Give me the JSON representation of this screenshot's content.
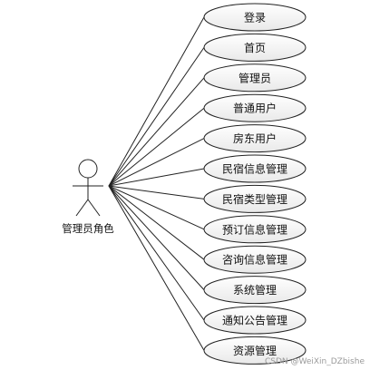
{
  "actor": {
    "label": "管理员角色"
  },
  "use_cases": [
    {
      "label": "登录"
    },
    {
      "label": "首页"
    },
    {
      "label": "管理员"
    },
    {
      "label": "普通用户"
    },
    {
      "label": "房东用户"
    },
    {
      "label": "民宿信息管理"
    },
    {
      "label": "民宿类型管理"
    },
    {
      "label": "预订信息管理"
    },
    {
      "label": "咨询信息管理"
    },
    {
      "label": "系统管理"
    },
    {
      "label": "通知公告管理"
    },
    {
      "label": "资源管理"
    }
  ],
  "watermark": "CSDN @WeiXin_DZbishe",
  "colors": {
    "line": "#222222",
    "ellipse_fill_top": "#ffffff",
    "ellipse_fill_bottom": "#e9e9e9"
  }
}
